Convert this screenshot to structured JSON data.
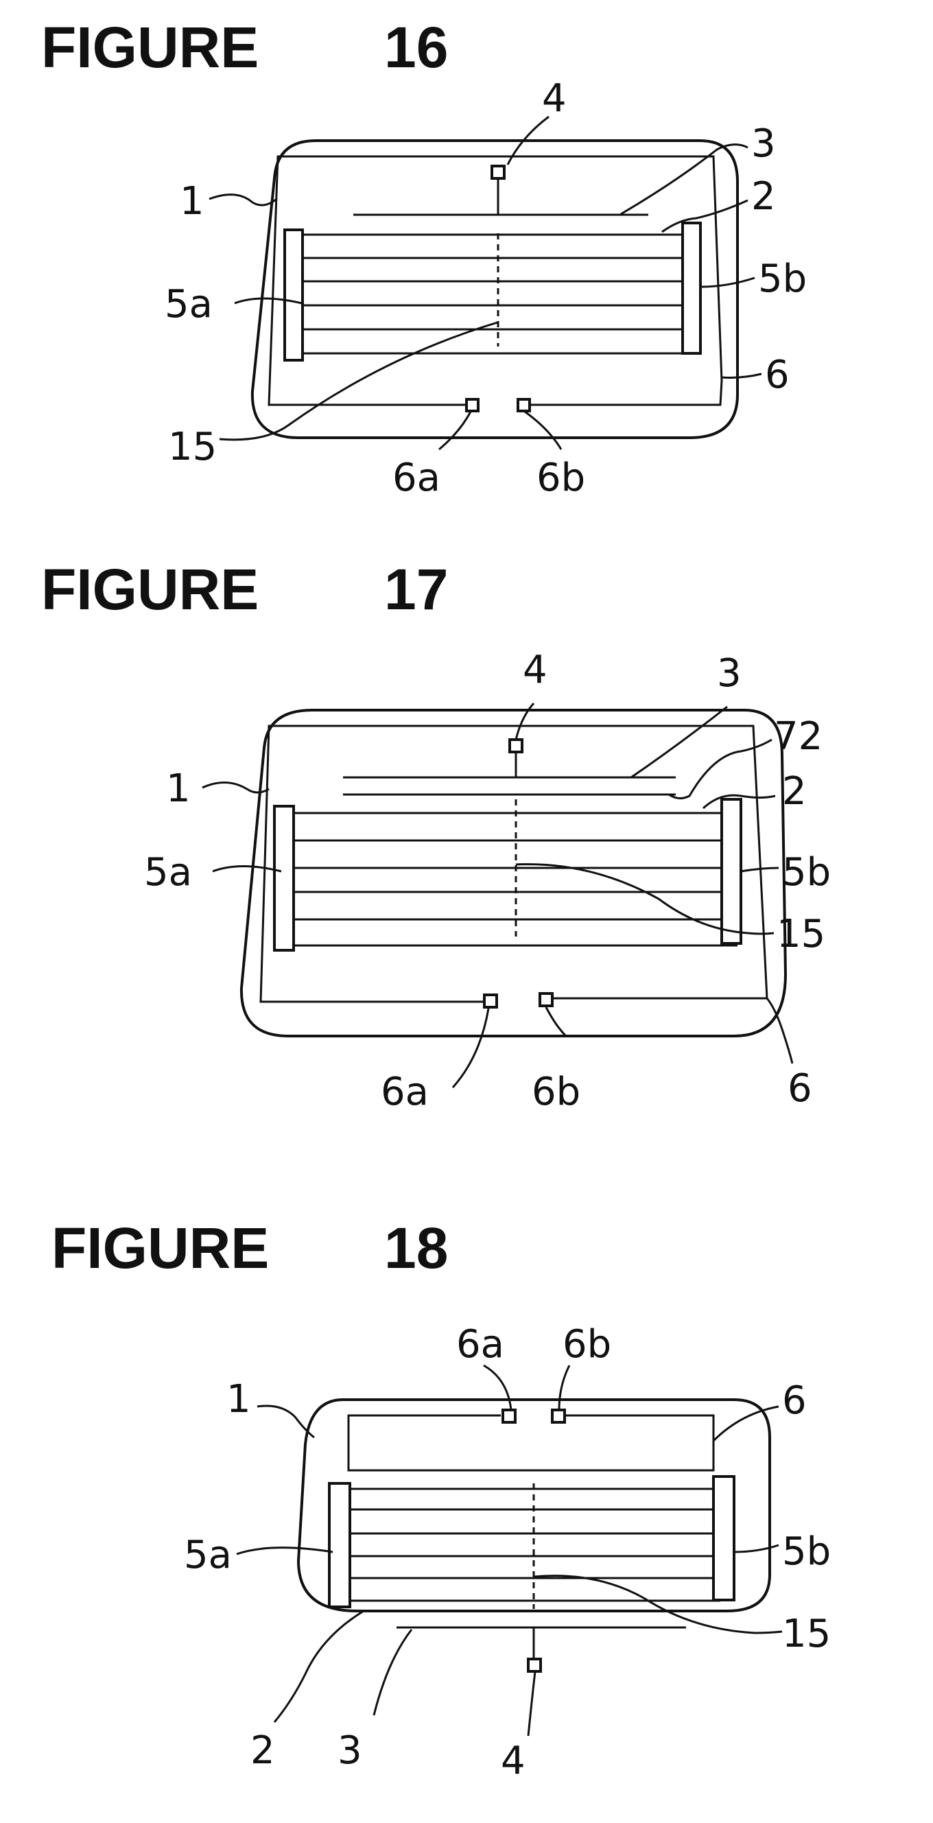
{
  "figures": [
    {
      "title": "FIGURE",
      "number": "16",
      "labels": {
        "l1": "1",
        "l2": "2",
        "l3": "3",
        "l4": "4",
        "l5a": "5a",
        "l5b": "5b",
        "l6": "6",
        "l6a": "6a",
        "l6b": "6b",
        "l15": "15"
      }
    },
    {
      "title": "FIGURE",
      "number": "17",
      "labels": {
        "l1": "1",
        "l2": "2",
        "l3": "3",
        "l4": "4",
        "l72": "72",
        "l5a": "5a",
        "l5b": "5b",
        "l6": "6",
        "l6a": "6a",
        "l6b": "6b",
        "l15": "15"
      }
    },
    {
      "title": "FIGURE",
      "number": "18",
      "labels": {
        "l1": "1",
        "l2": "2",
        "l3": "3",
        "l4": "4",
        "l5a": "5a",
        "l5b": "5b",
        "l6": "6",
        "l6a": "6a",
        "l6b": "6b",
        "l15": "15"
      }
    }
  ]
}
